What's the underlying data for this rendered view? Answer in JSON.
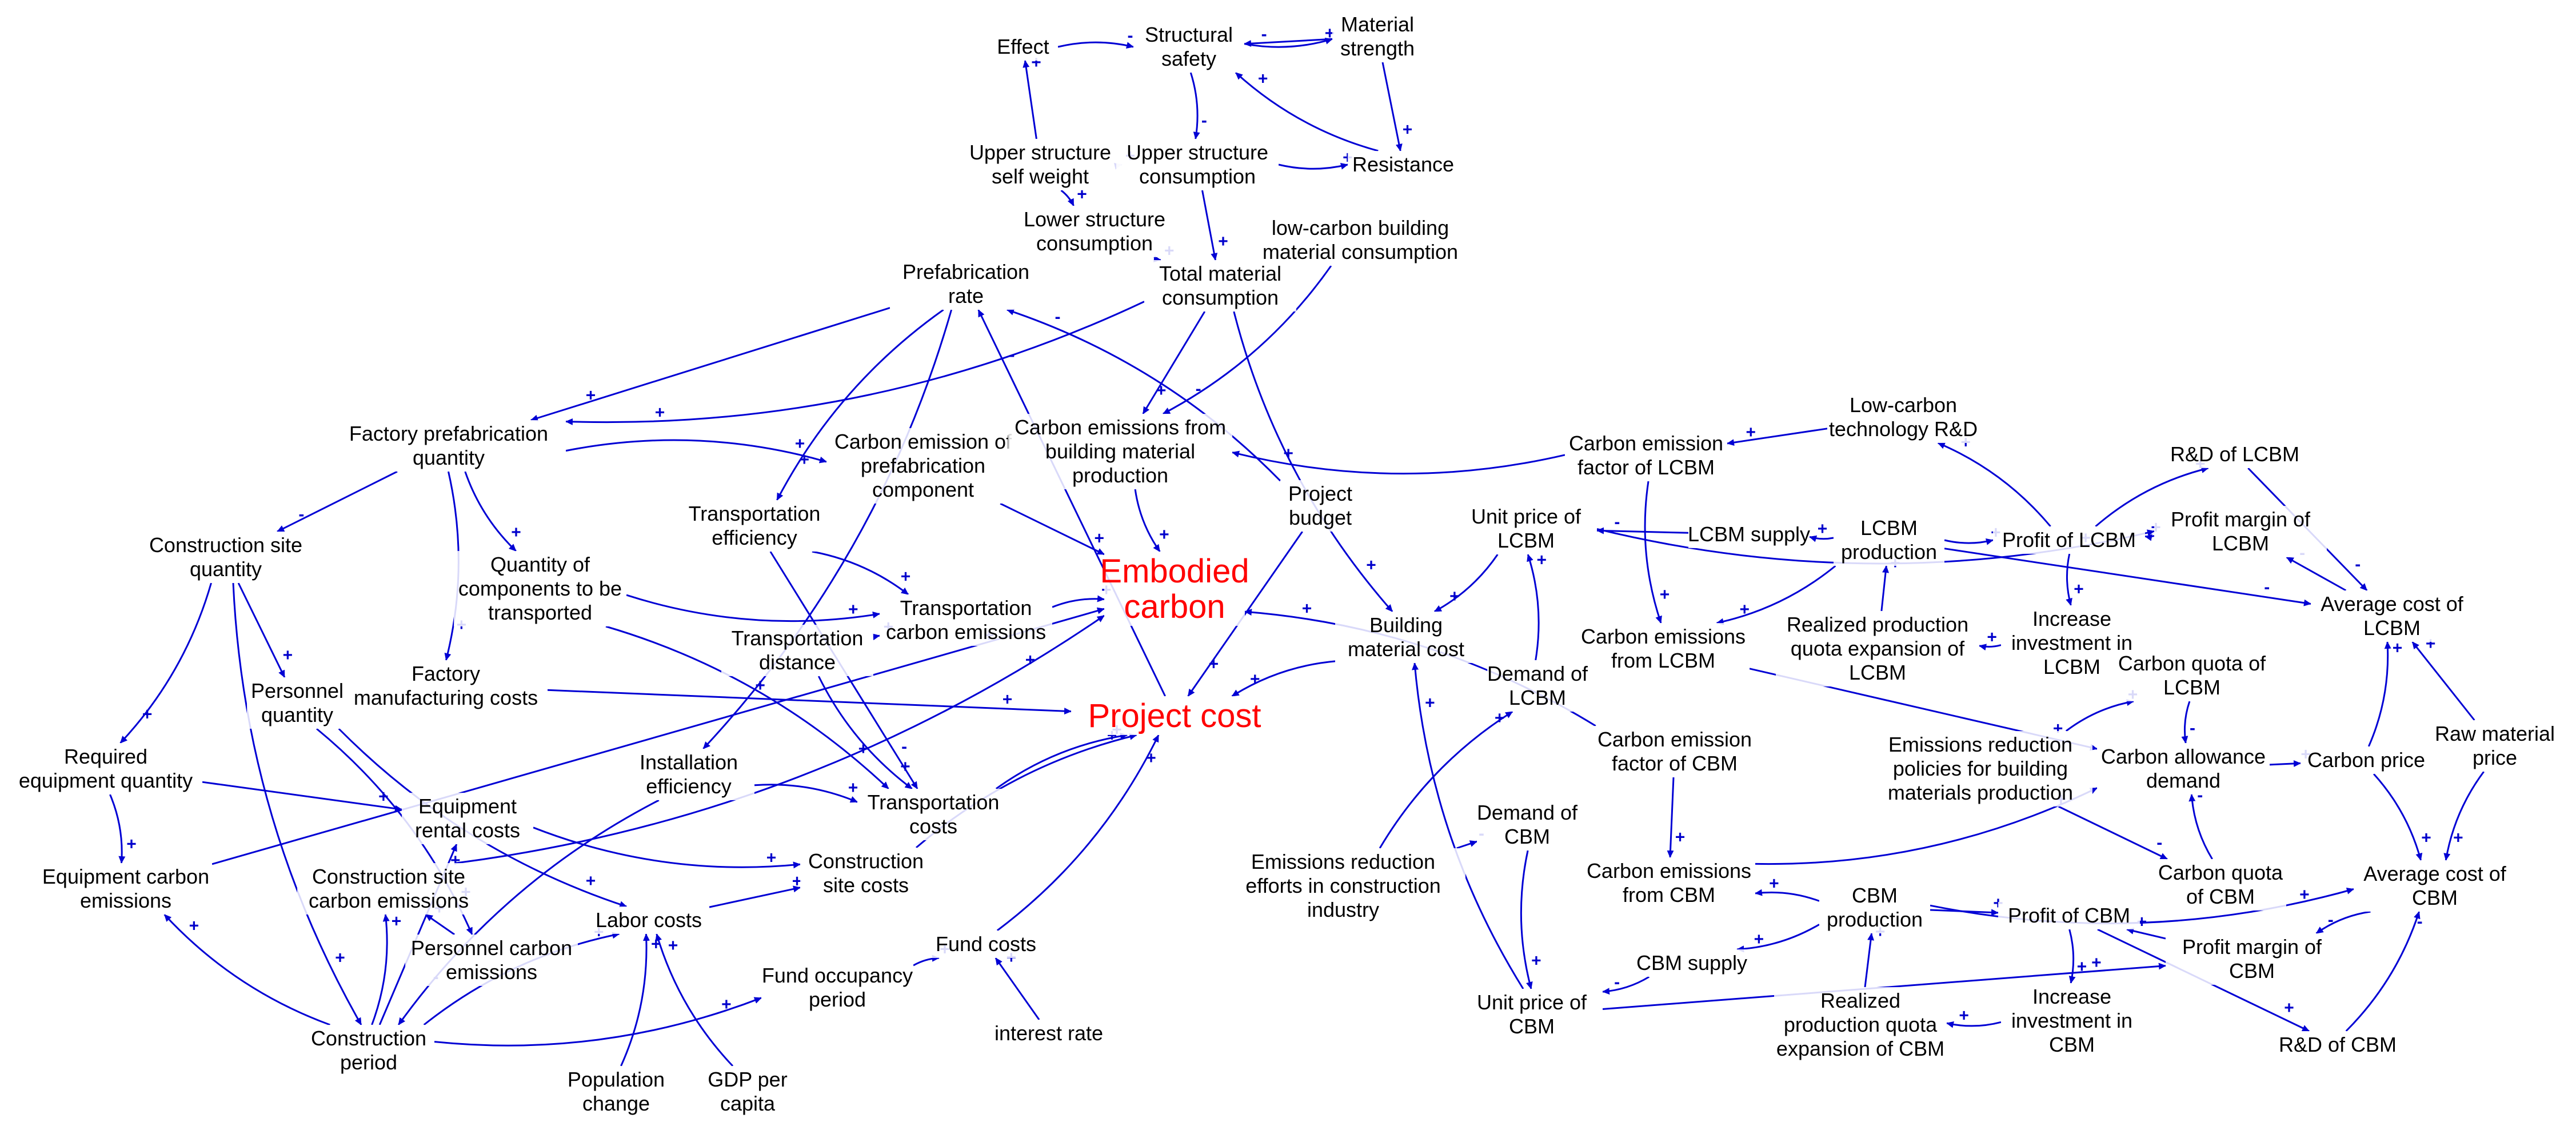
{
  "colors": {
    "edge": "#0000d4",
    "node_text": "#000000",
    "highlight": "#ff0000",
    "background": "#ffffff"
  },
  "nodes": [
    {
      "id": "effect",
      "lines": [
        "Effect"
      ]
    },
    {
      "id": "structural_safety",
      "lines": [
        "Structural",
        "safety"
      ]
    },
    {
      "id": "material_strength",
      "lines": [
        "Material",
        "strength"
      ]
    },
    {
      "id": "upper_self_weight",
      "lines": [
        "Upper structure",
        "self weight"
      ]
    },
    {
      "id": "upper_consumption",
      "lines": [
        "Upper structure",
        "consumption"
      ]
    },
    {
      "id": "resistance",
      "lines": [
        "Resistance"
      ]
    },
    {
      "id": "lower_consumption",
      "lines": [
        "Lower structure",
        "consumption"
      ]
    },
    {
      "id": "lowcarbon_consumption",
      "lines": [
        "low-carbon building",
        "material consumption"
      ]
    },
    {
      "id": "prefab_rate",
      "lines": [
        "Prefabrication",
        "rate"
      ]
    },
    {
      "id": "total_material",
      "lines": [
        "Total material",
        "consumption"
      ]
    },
    {
      "id": "lowcarbon_rd",
      "lines": [
        "Low-carbon",
        "technology R&D"
      ]
    },
    {
      "id": "rd_lcbm",
      "lines": [
        "R&D of LCBM"
      ]
    },
    {
      "id": "factory_prefab_qty",
      "lines": [
        "Factory prefabrication",
        "quantity"
      ]
    },
    {
      "id": "ce_prefab_component",
      "lines": [
        "Carbon emission of",
        "prefabrication",
        "component"
      ]
    },
    {
      "id": "ce_building_material",
      "lines": [
        "Carbon emissions from",
        "building material",
        "production"
      ]
    },
    {
      "id": "cef_lcbm",
      "lines": [
        "Carbon emission",
        "factor of LCBM"
      ]
    },
    {
      "id": "project_budget",
      "lines": [
        "Project",
        "budget"
      ]
    },
    {
      "id": "unit_price_lcbm",
      "lines": [
        "Unit price of",
        "LCBM"
      ]
    },
    {
      "id": "lcbm_supply",
      "lines": [
        "LCBM supply"
      ]
    },
    {
      "id": "lcbm_production",
      "lines": [
        "LCBM",
        "production"
      ]
    },
    {
      "id": "profit_lcbm",
      "lines": [
        "Profit of LCBM"
      ]
    },
    {
      "id": "profit_margin_lcbm",
      "lines": [
        "Profit margin of",
        "LCBM"
      ]
    },
    {
      "id": "construction_site_qty",
      "lines": [
        "Construction site",
        "quantity"
      ]
    },
    {
      "id": "transport_efficiency",
      "lines": [
        "Transportation",
        "efficiency"
      ]
    },
    {
      "id": "components_transported",
      "lines": [
        "Quantity of",
        "components to be",
        "transported"
      ]
    },
    {
      "id": "embodied_carbon",
      "lines": [
        "Embodied",
        "carbon"
      ],
      "highlight": true
    },
    {
      "id": "transport_carbon",
      "lines": [
        "Transportation",
        "carbon emissions"
      ]
    },
    {
      "id": "transport_distance",
      "lines": [
        "Transportation",
        "distance"
      ]
    },
    {
      "id": "building_material_cost",
      "lines": [
        "Building",
        "material cost"
      ]
    },
    {
      "id": "ce_from_lcbm",
      "lines": [
        "Carbon emissions",
        "from LCBM"
      ]
    },
    {
      "id": "realized_quota_lcbm",
      "lines": [
        "Realized production",
        "quota expansion of",
        "LCBM"
      ]
    },
    {
      "id": "invest_lcbm",
      "lines": [
        "Increase",
        "investment in",
        "LCBM"
      ]
    },
    {
      "id": "avg_cost_lcbm",
      "lines": [
        "Average cost of",
        "LCBM"
      ]
    },
    {
      "id": "personnel_qty",
      "lines": [
        "Personnel",
        "quantity"
      ]
    },
    {
      "id": "factory_mfg_costs",
      "lines": [
        "Factory",
        "manufacturing costs"
      ]
    },
    {
      "id": "project_cost",
      "lines": [
        "Project cost"
      ],
      "highlight": true
    },
    {
      "id": "demand_lcbm",
      "lines": [
        "Demand of",
        "LCBM"
      ]
    },
    {
      "id": "carbon_quota_lcbm",
      "lines": [
        "Carbon quota of",
        "LCBM"
      ]
    },
    {
      "id": "required_equipment",
      "lines": [
        "Required",
        "equipment quantity"
      ]
    },
    {
      "id": "installation_efficiency",
      "lines": [
        "Installation",
        "efficiency"
      ]
    },
    {
      "id": "cef_cbm",
      "lines": [
        "Carbon emission",
        "factor of CBM"
      ]
    },
    {
      "id": "emission_policies",
      "lines": [
        "Emissions reduction",
        "policies for building",
        "materials production"
      ]
    },
    {
      "id": "carbon_allowance_demand",
      "lines": [
        "Carbon allowance",
        "demand"
      ]
    },
    {
      "id": "carbon_price",
      "lines": [
        "Carbon price"
      ]
    },
    {
      "id": "raw_material_price",
      "lines": [
        "Raw material",
        "price"
      ]
    },
    {
      "id": "equipment_rental",
      "lines": [
        "Equipment",
        "rental costs"
      ]
    },
    {
      "id": "transport_costs",
      "lines": [
        "Transportation",
        "costs"
      ]
    },
    {
      "id": "demand_cbm",
      "lines": [
        "Demand of",
        "CBM"
      ]
    },
    {
      "id": "equipment_carbon",
      "lines": [
        "Equipment carbon",
        "emissions"
      ]
    },
    {
      "id": "site_carbon",
      "lines": [
        "Construction site",
        "carbon emissions"
      ]
    },
    {
      "id": "construction_site_costs",
      "lines": [
        "Construction",
        "site costs"
      ]
    },
    {
      "id": "emission_efforts",
      "lines": [
        "Emissions reduction",
        "efforts in construction",
        "industry"
      ]
    },
    {
      "id": "ce_from_cbm",
      "lines": [
        "Carbon emissions",
        "from CBM"
      ]
    },
    {
      "id": "carbon_quota_cbm",
      "lines": [
        "Carbon quota",
        "of CBM"
      ]
    },
    {
      "id": "avg_cost_cbm",
      "lines": [
        "Average cost of",
        "CBM"
      ]
    },
    {
      "id": "labor_costs",
      "lines": [
        "Labor costs"
      ]
    },
    {
      "id": "cbm_production",
      "lines": [
        "CBM",
        "production"
      ]
    },
    {
      "id": "profit_cbm",
      "lines": [
        "Profit of CBM"
      ]
    },
    {
      "id": "personnel_carbon",
      "lines": [
        "Personnel carbon",
        "emissions"
      ]
    },
    {
      "id": "fund_costs",
      "lines": [
        "Fund costs"
      ]
    },
    {
      "id": "cbm_supply",
      "lines": [
        "CBM supply"
      ]
    },
    {
      "id": "profit_margin_cbm",
      "lines": [
        "Profit margin of",
        "CBM"
      ]
    },
    {
      "id": "fund_occupancy",
      "lines": [
        "Fund occupancy",
        "period"
      ]
    },
    {
      "id": "realized_quota_cbm",
      "lines": [
        "Realized",
        "production quota",
        "expansion of CBM"
      ]
    },
    {
      "id": "invest_cbm",
      "lines": [
        "Increase",
        "investment in",
        "CBM"
      ]
    },
    {
      "id": "unit_price_cbm",
      "lines": [
        "Unit price of",
        "CBM"
      ]
    },
    {
      "id": "rd_cbm",
      "lines": [
        "R&D of CBM"
      ]
    },
    {
      "id": "interest_rate",
      "lines": [
        "interest rate"
      ]
    },
    {
      "id": "construction_period",
      "lines": [
        "Construction",
        "period"
      ]
    },
    {
      "id": "population_change",
      "lines": [
        "Population",
        "change"
      ]
    },
    {
      "id": "gdp_per_capita",
      "lines": [
        "GDP per",
        "capita"
      ]
    }
  ],
  "links": [
    [
      "effect",
      "structural_safety",
      "-"
    ],
    [
      "material_strength",
      "structural_safety",
      "-"
    ],
    [
      "structural_safety",
      "material_strength",
      "+"
    ],
    [
      "structural_safety",
      "upper_consumption",
      "-"
    ],
    [
      "upper_self_weight",
      "effect",
      "+"
    ],
    [
      "upper_consumption",
      "upper_self_weight",
      "+"
    ],
    [
      "upper_self_weight",
      "lower_consumption",
      "+"
    ],
    [
      "material_strength",
      "resistance",
      "+"
    ],
    [
      "upper_consumption",
      "resistance",
      "+"
    ],
    [
      "resistance",
      "structural_safety",
      "+"
    ],
    [
      "upper_consumption",
      "total_material",
      "+"
    ],
    [
      "lower_consumption",
      "total_material",
      "+"
    ],
    [
      "total_material",
      "factory_prefab_qty",
      "+"
    ],
    [
      "total_material",
      "ce_building_material",
      "+"
    ],
    [
      "total_material",
      "building_material_cost",
      "+"
    ],
    [
      "lowcarbon_consumption",
      "ce_building_material",
      "-"
    ],
    [
      "prefab_rate",
      "factory_prefab_qty",
      "+"
    ],
    [
      "prefab_rate",
      "transport_efficiency",
      "+"
    ],
    [
      "prefab_rate",
      "installation_efficiency",
      "+"
    ],
    [
      "project_cost",
      "prefab_rate",
      "-"
    ],
    [
      "project_budget",
      "prefab_rate",
      "-"
    ],
    [
      "factory_prefab_qty",
      "ce_prefab_component",
      "+"
    ],
    [
      "factory_prefab_qty",
      "construction_site_qty",
      "-"
    ],
    [
      "factory_prefab_qty",
      "components_transported",
      "+"
    ],
    [
      "factory_prefab_qty",
      "factory_mfg_costs",
      "+"
    ],
    [
      "ce_prefab_component",
      "embodied_carbon",
      "+"
    ],
    [
      "ce_building_material",
      "embodied_carbon",
      "+"
    ],
    [
      "cef_lcbm",
      "ce_building_material",
      "+"
    ],
    [
      "lowcarbon_rd",
      "cef_lcbm",
      "+"
    ],
    [
      "profit_lcbm",
      "lowcarbon_rd",
      "+"
    ],
    [
      "profit_lcbm",
      "rd_lcbm",
      "+"
    ],
    [
      "rd_lcbm",
      "avg_cost_lcbm",
      "-"
    ],
    [
      "cef_lcbm",
      "ce_from_lcbm",
      "+"
    ],
    [
      "lcbm_production",
      "lcbm_supply",
      "+"
    ],
    [
      "lcbm_supply",
      "unit_price_lcbm",
      "-"
    ],
    [
      "lcbm_production",
      "profit_lcbm",
      "+"
    ],
    [
      "lcbm_production",
      "ce_from_lcbm",
      "+"
    ],
    [
      "lcbm_production",
      "avg_cost_lcbm",
      "-"
    ],
    [
      "unit_price_lcbm",
      "profit_margin_lcbm",
      "+"
    ],
    [
      "profit_margin_lcbm",
      "profit_lcbm",
      "+"
    ],
    [
      "avg_cost_lcbm",
      "profit_margin_lcbm",
      "-"
    ],
    [
      "profit_lcbm",
      "invest_lcbm",
      "+"
    ],
    [
      "invest_lcbm",
      "realized_quota_lcbm",
      "+"
    ],
    [
      "realized_quota_lcbm",
      "lcbm_production",
      "+"
    ],
    [
      "demand_lcbm",
      "unit_price_lcbm",
      "+"
    ],
    [
      "unit_price_lcbm",
      "building_material_cost",
      "+"
    ],
    [
      "project_budget",
      "project_cost",
      "+"
    ],
    [
      "building_material_cost",
      "project_cost",
      "+"
    ],
    [
      "construction_site_qty",
      "required_equipment",
      "+"
    ],
    [
      "construction_site_qty",
      "personnel_qty",
      "+"
    ],
    [
      "construction_site_qty",
      "construction_period",
      "+"
    ],
    [
      "transport_efficiency",
      "transport_carbon",
      "+"
    ],
    [
      "transport_efficiency",
      "transport_costs",
      "-"
    ],
    [
      "components_transported",
      "transport_carbon",
      "+"
    ],
    [
      "components_transported",
      "transport_costs",
      "+"
    ],
    [
      "transport_distance",
      "transport_carbon",
      "+"
    ],
    [
      "transport_distance",
      "transport_costs",
      "+"
    ],
    [
      "transport_carbon",
      "embodied_carbon",
      "+"
    ],
    [
      "factory_mfg_costs",
      "project_cost",
      "+"
    ],
    [
      "personnel_qty",
      "labor_costs",
      "+"
    ],
    [
      "personnel_qty",
      "personnel_carbon",
      "+"
    ],
    [
      "ce_from_lcbm",
      "carbon_allowance_demand",
      "+"
    ],
    [
      "ce_from_cbm",
      "carbon_allowance_demand",
      "+"
    ],
    [
      "emission_policies",
      "carbon_quota_lcbm",
      "+"
    ],
    [
      "emission_policies",
      "carbon_quota_cbm",
      "-"
    ],
    [
      "carbon_quota_lcbm",
      "carbon_allowance_demand",
      "-"
    ],
    [
      "carbon_quota_cbm",
      "carbon_allowance_demand",
      "-"
    ],
    [
      "carbon_allowance_demand",
      "carbon_price",
      "+"
    ],
    [
      "carbon_price",
      "avg_cost_lcbm",
      "+"
    ],
    [
      "carbon_price",
      "avg_cost_cbm",
      "+"
    ],
    [
      "raw_material_price",
      "avg_cost_lcbm",
      "+"
    ],
    [
      "raw_material_price",
      "avg_cost_cbm",
      "+"
    ],
    [
      "required_equipment",
      "equipment_carbon",
      "+"
    ],
    [
      "required_equipment",
      "equipment_rental",
      "+"
    ],
    [
      "installation_efficiency",
      "construction_period",
      "-"
    ],
    [
      "installation_efficiency",
      "transport_costs",
      "+"
    ],
    [
      "cef_cbm",
      "ce_from_cbm",
      "+"
    ],
    [
      "cef_cbm",
      "embodied_carbon",
      "+"
    ],
    [
      "emission_efforts",
      "demand_lcbm",
      "+"
    ],
    [
      "emission_efforts",
      "demand_cbm",
      "-"
    ],
    [
      "demand_cbm",
      "unit_price_cbm",
      "+"
    ],
    [
      "unit_price_cbm",
      "building_material_cost",
      "+"
    ],
    [
      "unit_price_cbm",
      "profit_margin_cbm",
      "+"
    ],
    [
      "equipment_rental",
      "construction_site_costs",
      "+"
    ],
    [
      "transport_costs",
      "project_cost",
      "+"
    ],
    [
      "equipment_carbon",
      "embodied_carbon",
      "+"
    ],
    [
      "site_carbon",
      "embodied_carbon",
      "+"
    ],
    [
      "construction_site_costs",
      "project_cost",
      "+"
    ],
    [
      "labor_costs",
      "construction_site_costs",
      "+"
    ],
    [
      "cbm_production",
      "ce_from_cbm",
      "+"
    ],
    [
      "cbm_production",
      "cbm_supply",
      "+"
    ],
    [
      "cbm_production",
      "profit_cbm",
      "+"
    ],
    [
      "cbm_production",
      "avg_cost_cbm",
      "+"
    ],
    [
      "cbm_supply",
      "unit_price_cbm",
      "-"
    ],
    [
      "profit_margin_cbm",
      "profit_cbm",
      "+"
    ],
    [
      "avg_cost_cbm",
      "profit_margin_cbm",
      "-"
    ],
    [
      "profit_cbm",
      "invest_cbm",
      "+"
    ],
    [
      "profit_cbm",
      "rd_cbm",
      "+"
    ],
    [
      "rd_cbm",
      "avg_cost_cbm",
      "-"
    ],
    [
      "invest_cbm",
      "realized_quota_cbm",
      "+"
    ],
    [
      "realized_quota_cbm",
      "cbm_production",
      "+"
    ],
    [
      "fund_costs",
      "project_cost",
      "+"
    ],
    [
      "fund_occupancy",
      "fund_costs",
      "+"
    ],
    [
      "interest_rate",
      "fund_costs",
      "+"
    ],
    [
      "construction_period",
      "fund_occupancy",
      "+"
    ],
    [
      "construction_period",
      "labor_costs",
      "+"
    ],
    [
      "construction_period",
      "equipment_rental",
      "+"
    ],
    [
      "construction_period",
      "site_carbon",
      "+"
    ],
    [
      "construction_period",
      "equipment_carbon",
      "+"
    ],
    [
      "personnel_carbon",
      "site_carbon",
      "+"
    ],
    [
      "population_change",
      "labor_costs",
      "+"
    ],
    [
      "gdp_per_capita",
      "labor_costs",
      "+"
    ]
  ]
}
